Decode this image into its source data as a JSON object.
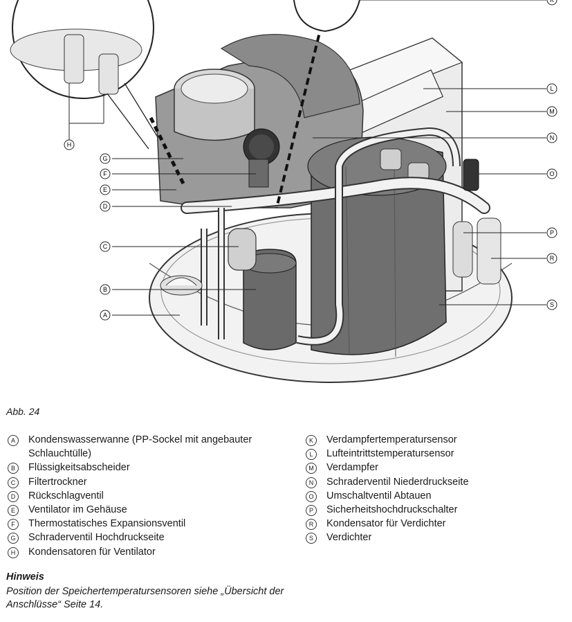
{
  "figure": {
    "caption": "Abb. 24",
    "callouts": [
      {
        "letter": "K",
        "side": "right"
      },
      {
        "letter": "L",
        "side": "right"
      },
      {
        "letter": "M",
        "side": "right"
      },
      {
        "letter": "N",
        "side": "right"
      },
      {
        "letter": "O",
        "side": "right"
      },
      {
        "letter": "P",
        "side": "right"
      },
      {
        "letter": "R",
        "side": "right"
      },
      {
        "letter": "S",
        "side": "right"
      },
      {
        "letter": "G",
        "side": "left"
      },
      {
        "letter": "F",
        "side": "left"
      },
      {
        "letter": "E",
        "side": "left"
      },
      {
        "letter": "D",
        "side": "left"
      },
      {
        "letter": "C",
        "side": "left"
      },
      {
        "letter": "B",
        "side": "left"
      },
      {
        "letter": "A",
        "side": "left"
      },
      {
        "letter": "H",
        "side": "left"
      }
    ]
  },
  "legend_left": [
    {
      "letter": "A",
      "text": "Kondenswasserwanne (PP-Sockel mit angebauter Schlauchtülle)"
    },
    {
      "letter": "B",
      "text": "Flüssigkeitsabscheider"
    },
    {
      "letter": "C",
      "text": "Filtertrockner"
    },
    {
      "letter": "D",
      "text": "Rückschlagventil"
    },
    {
      "letter": "E",
      "text": "Ventilator im Gehäuse"
    },
    {
      "letter": "F",
      "text": "Thermostatisches Expansionsventil"
    },
    {
      "letter": "G",
      "text": "Schraderventil Hochdruckseite"
    },
    {
      "letter": "H",
      "text": "Kondensatoren für Ventilator"
    }
  ],
  "legend_right": [
    {
      "letter": "K",
      "text": "Verdampfertemperatursensor"
    },
    {
      "letter": "L",
      "text": "Lufteintrittstemperatursensor"
    },
    {
      "letter": "M",
      "text": "Verdampfer"
    },
    {
      "letter": "N",
      "text": "Schraderventil Niederdruckseite"
    },
    {
      "letter": "O",
      "text": "Umschaltventil Abtauen"
    },
    {
      "letter": "P",
      "text": "Sicherheitshochdruckschalter"
    },
    {
      "letter": "R",
      "text": "Kondensator für Verdichter"
    },
    {
      "letter": "S",
      "text": "Verdichter"
    }
  ],
  "note": {
    "title": "Hinweis",
    "body": "Position der Speichertemperatursensoren siehe „Übersicht der Anschlüsse“ Seite 14."
  }
}
